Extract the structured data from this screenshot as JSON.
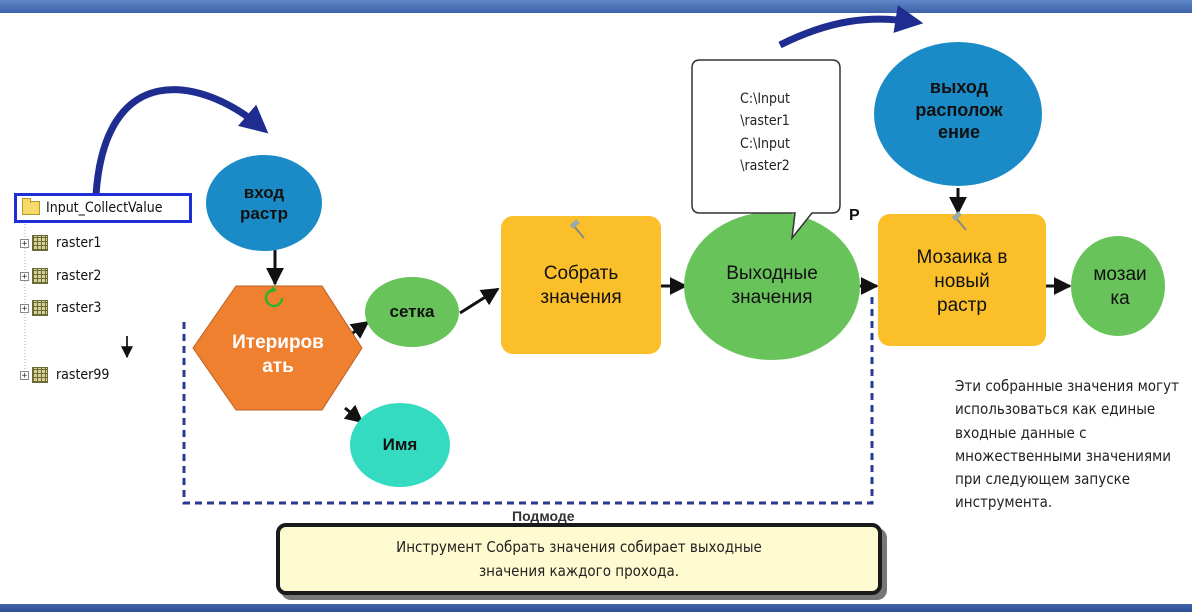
{
  "colors": {
    "input_blue": "#1a8bc7",
    "process_yellow": "#fbbf2a",
    "output_green": "#69c35b",
    "iterator_orange": "#ee8030",
    "name_teal": "#35dbc0",
    "arrow_navy": "#1e2d8f",
    "dashed_navy": "#2a3a90"
  },
  "tree": {
    "title": "Input_CollectValue",
    "items": [
      "raster1",
      "raster2",
      "raster3",
      "raster99"
    ],
    "folder_icon": "folder-icon",
    "raster_icon": "raster-icon"
  },
  "nodes": {
    "input_raster": "вход\nрастр",
    "iterate": "Итериров\nать",
    "grid": "сетка",
    "name": "Имя",
    "collect_values": "Собрать\nзначения",
    "output_values": "Выходные\nзначения",
    "output_location": "выход\nрасполож\nение",
    "mosaic_tool": "Мозаика в\nновый\nрастр",
    "mosaic": "мозаи\nка"
  },
  "callout": {
    "lines": [
      "C:\\Input",
      "\\raster1",
      "C:\\Input",
      "\\raster2"
    ]
  },
  "p_label": "P",
  "submodel_label": "Подмоде",
  "note": "Эти собранные значения могут использоваться как единые входные данные с множественными значениями при следующем запуске инструмента.",
  "caption": {
    "line1": "Инструмент Собрать значения собирает выходные",
    "line2": "значения каждого прохода."
  }
}
